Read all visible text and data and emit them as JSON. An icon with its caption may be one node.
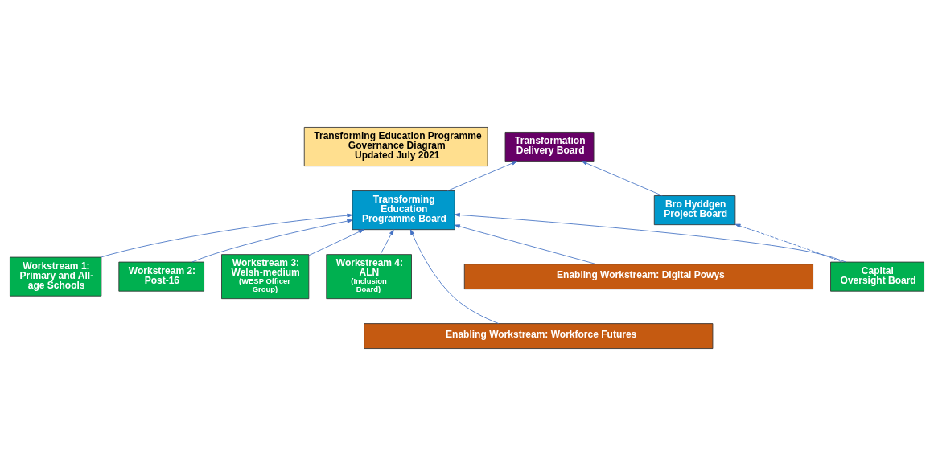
{
  "diagram": {
    "nodes": [
      {
        "text": [
          "Transforming Education Programme",
          "Governance Diagram",
          "Updated July 2021"
        ]
      },
      {
        "text": [
          "Transformation Delivery Board"
        ]
      },
      {
        "text": [
          "Transforming Education Programme Board"
        ]
      },
      {
        "text": [
          "Bro Hyddgen Project Board"
        ]
      },
      {
        "text": [
          "Workstream 1: Primary and All-age Schools"
        ]
      },
      {
        "text": [
          "Workstream 2: Post-16"
        ]
      },
      {
        "text": [
          "Workstream 3: Welsh-medium",
          "(WESP Officer Group)"
        ]
      },
      {
        "text": [
          "Workstream 4: ALN",
          "(Inclusion Board)"
        ]
      },
      {
        "text": [
          "Capital Oversight Board"
        ]
      },
      {
        "text": [
          "Enabling Workstream: Digital Powys"
        ]
      },
      {
        "text": [
          "Enabling Workstream: Workforce Futures"
        ]
      }
    ],
    "edges": [
      {
        "from": 2,
        "to": 1,
        "arrow": "to"
      },
      {
        "from": 3,
        "to": 1,
        "arrow": "to"
      },
      {
        "from": 4,
        "to": 2,
        "arrow": "to"
      },
      {
        "from": 5,
        "to": 2,
        "arrow": "to"
      },
      {
        "from": 6,
        "to": 2,
        "arrow": "to"
      },
      {
        "from": 7,
        "to": 2,
        "arrow": "to"
      },
      {
        "from": 8,
        "to": 2,
        "arrow": "to"
      },
      {
        "from": 8,
        "to": 3,
        "arrow": "to",
        "style": "dashed"
      },
      {
        "from": 9,
        "to": 2,
        "arrow": "to"
      },
      {
        "from": 10,
        "to": 2,
        "arrow": "to"
      }
    ]
  }
}
